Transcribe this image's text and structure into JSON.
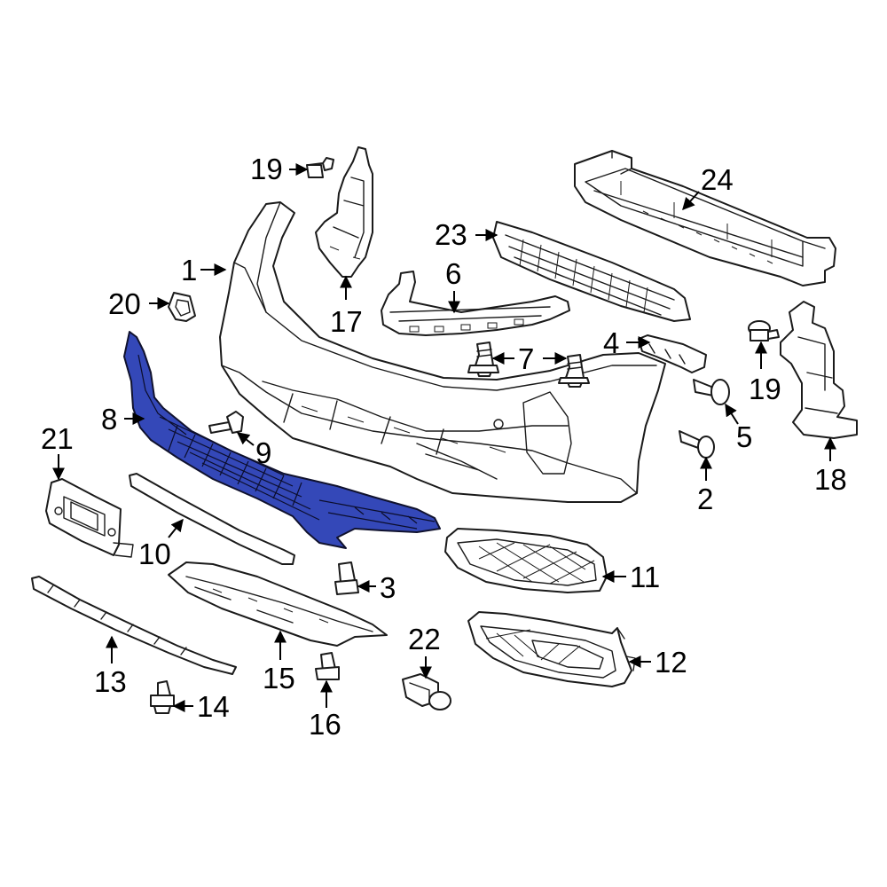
{
  "diagram": {
    "highlight_color": "#3448b8",
    "highlighted_part": "8",
    "callouts": {
      "c1": "1",
      "c2": "2",
      "c3": "3",
      "c4": "4",
      "c5": "5",
      "c6": "6",
      "c7": "7",
      "c8": "8",
      "c9": "9",
      "c10": "10",
      "c11": "11",
      "c12": "12",
      "c13": "13",
      "c14": "14",
      "c15": "15",
      "c16": "16",
      "c17": "17",
      "c18": "18",
      "c19a": "19",
      "c19b": "19",
      "c20": "20",
      "c21": "21",
      "c22": "22",
      "c23": "23",
      "c24": "24"
    }
  }
}
